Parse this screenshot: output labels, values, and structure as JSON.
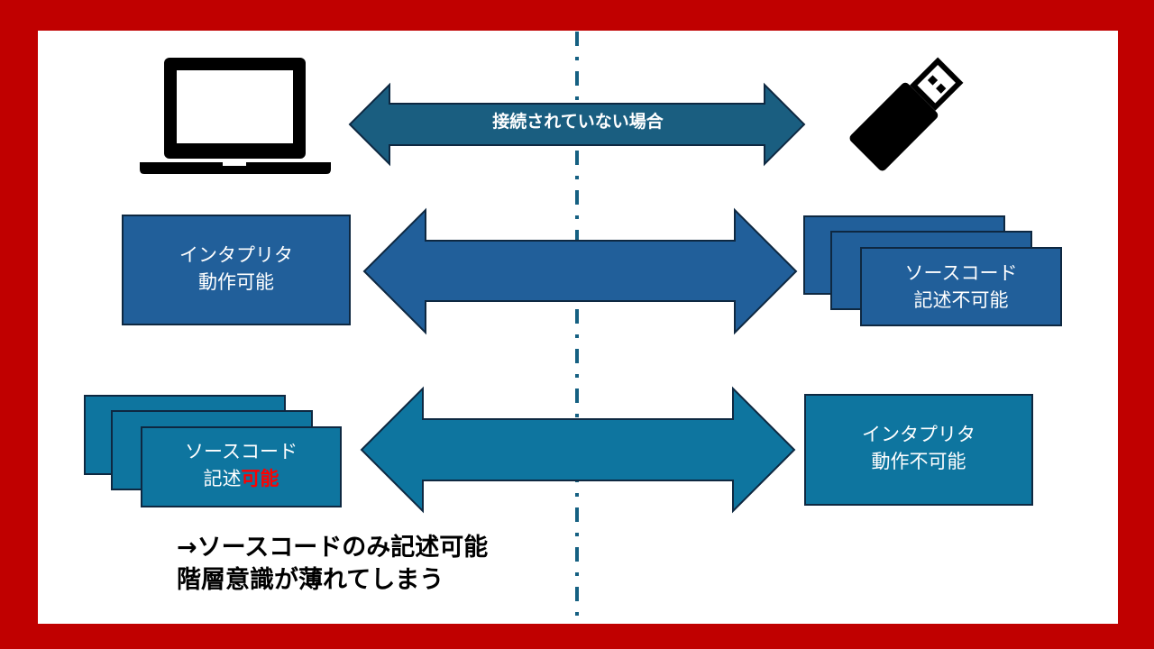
{
  "slide": {
    "border_color": "#C00000",
    "background": "#FFFFFF"
  },
  "colors": {
    "header_arrow": "#1A5E80",
    "row1_fill": "#215F9A",
    "row2_fill": "#0E759F",
    "outline": "#0E2841",
    "divider": "#156082",
    "highlight": "#FF0000"
  },
  "icons": {
    "left": "laptop-icon",
    "right": "usb-drive-icon"
  },
  "header": {
    "label": "接続されていない場合"
  },
  "row1": {
    "left": {
      "line1": "インタプリタ",
      "line2": "動作可能"
    },
    "right": {
      "line1": "ソースコード",
      "line2": "記述不可能"
    }
  },
  "row2": {
    "left": {
      "line1": "ソースコード",
      "line2_prefix": "記述",
      "line2_highlight": "可能"
    },
    "right": {
      "line1": "インタプリタ",
      "line2": "動作不可能"
    }
  },
  "summary": {
    "line1": "→ソースコードのみ記述可能",
    "line2": "階層意識が薄れてしまう"
  }
}
